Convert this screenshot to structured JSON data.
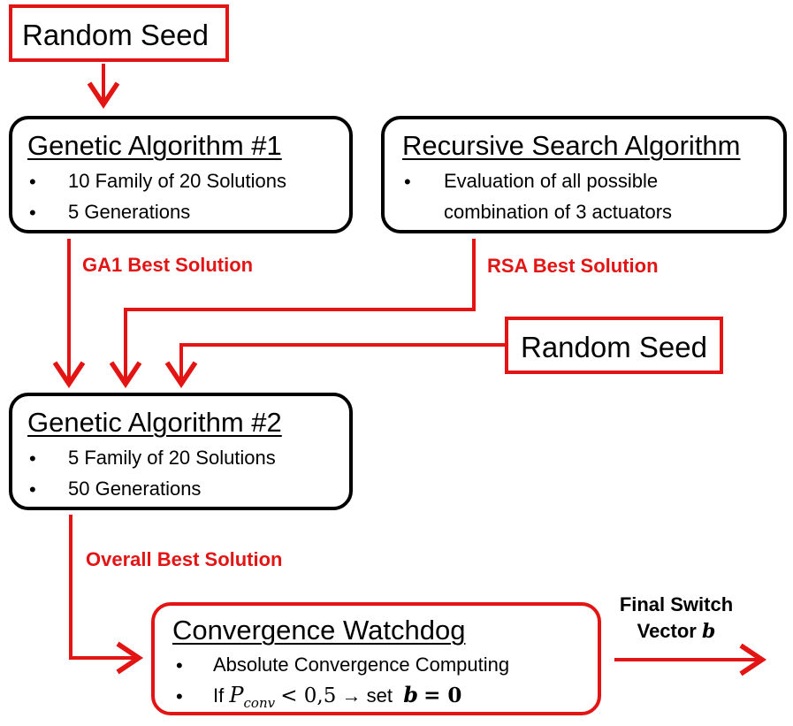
{
  "seed_top": {
    "label": "Random Seed"
  },
  "ga1": {
    "title": "Genetic Algorithm #1",
    "bullets": [
      "10 Family of 20 Solutions",
      "5 Generations"
    ]
  },
  "rsa": {
    "title": "Recursive Search Algorithm",
    "bullets": [
      "Evaluation of all possible",
      "combination of 3 actuators"
    ]
  },
  "seed_mid": {
    "label": "Random Seed"
  },
  "labels": {
    "ga1_best": "GA1 Best Solution",
    "rsa_best": "RSA Best Solution",
    "overall_best": "Overall Best Solution",
    "final_line1": "Final Switch",
    "final_line2_prefix": "Vector ",
    "final_var": "b"
  },
  "ga2": {
    "title": "Genetic Algorithm #2",
    "bullets": [
      "5 Family of 20 Solutions",
      "50 Generations"
    ]
  },
  "watchdog": {
    "title": "Convergence Watchdog",
    "bullet1": "Absolute Convergence Computing",
    "bullet2_if": "If",
    "bullet2_P": "P",
    "bullet2_sub": "conv",
    "bullet2_cmp": "< 0,5",
    "bullet2_arrow": "→",
    "bullet2_set": "set",
    "bullet2_expr_var": "b",
    "bullet2_expr_rest": "= 0"
  },
  "bullet_char": "•",
  "colors": {
    "accent": "#e31414",
    "border": "#000000"
  }
}
